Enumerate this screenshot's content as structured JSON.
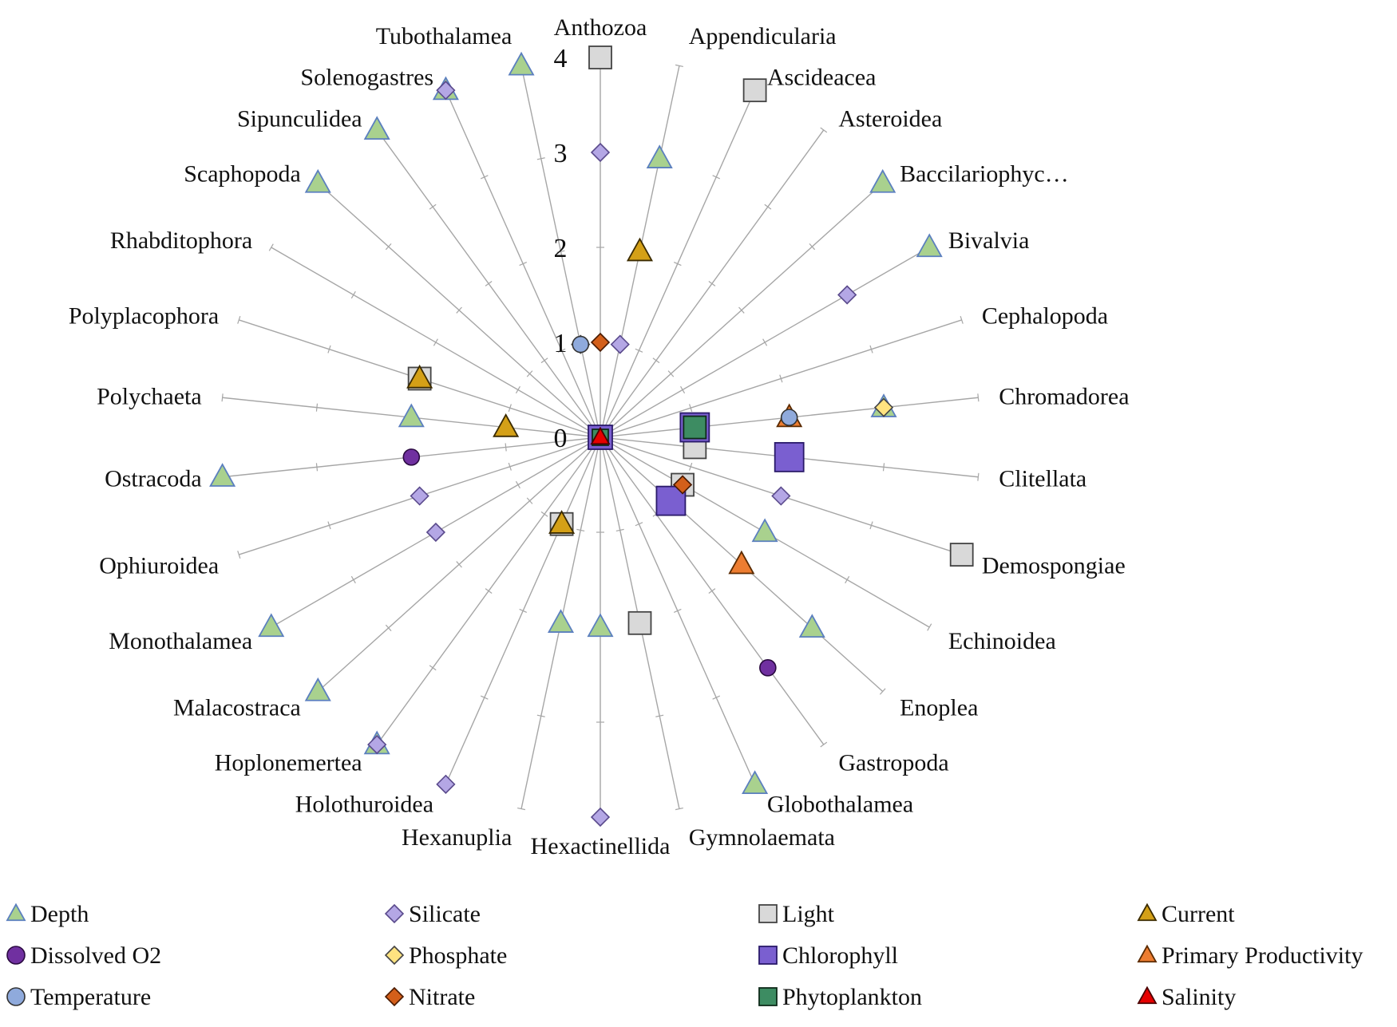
{
  "chart_data": {
    "type": "radar",
    "rmax": 4,
    "ticks": [
      "0",
      "1",
      "2",
      "3",
      "4"
    ],
    "categories": [
      "Anthozoa",
      "Appendicularia",
      "Ascideacea",
      "Asteroidea",
      "Baccilariophyc…",
      "Bivalvia",
      "Cephalopoda",
      "Chromadorea",
      "Clitellata",
      "Demospongiae",
      "Echinoidea",
      "Enoplea",
      "Gastropoda",
      "Globothalamea",
      "Gymnolaemata",
      "Hexactinellida",
      "Hexanuplia",
      "Holothuroidea",
      "Hoplonemertea",
      "Malacostraca",
      "Monothalamea",
      "Ophiuroidea",
      "Ostracoda",
      "Polychaeta",
      "Polyplacophora",
      "Rhabditophora",
      "Scaphopoda",
      "Sipunculidea",
      "Solenogastres",
      "Tubothalamea"
    ],
    "series": [
      {
        "name": "Depth",
        "shape": "triangle",
        "color": "#a9d18e",
        "stroke": "#5b7fbf",
        "values": [
          0,
          3,
          0,
          0,
          4,
          4,
          0,
          3,
          0,
          0,
          2,
          3,
          0,
          4,
          0,
          2,
          2,
          0,
          4,
          4,
          4,
          0,
          4,
          2,
          0,
          0,
          4,
          4,
          4,
          4
        ]
      },
      {
        "name": "Silicate",
        "shape": "diamond",
        "color": "#b4a7e5",
        "stroke": "#5a4a8c",
        "values": [
          3,
          1,
          0,
          0,
          0,
          3,
          0,
          0,
          0,
          2,
          0,
          0,
          0,
          0,
          0,
          4,
          0,
          4,
          4,
          0,
          2,
          2,
          0,
          0,
          0,
          0,
          0,
          0,
          4,
          0
        ]
      },
      {
        "name": "Light",
        "shape": "square",
        "color": "#d9d9d9",
        "stroke": "#444444",
        "values": [
          4,
          0,
          4,
          0,
          0,
          0,
          0,
          0,
          1,
          4,
          1,
          0,
          0,
          0,
          2,
          0,
          0,
          1,
          0,
          0,
          0,
          0,
          0,
          0,
          2,
          0,
          0,
          0,
          0,
          0
        ]
      },
      {
        "name": "Current",
        "shape": "triangle",
        "color": "#d4a017",
        "stroke": "#3a2a00",
        "values": [
          0,
          2,
          0,
          0,
          0,
          0,
          0,
          0,
          0,
          0,
          0,
          0,
          0,
          0,
          0,
          0,
          0,
          1,
          0,
          0,
          0,
          0,
          0,
          1,
          2,
          0,
          0,
          0,
          0,
          0
        ]
      },
      {
        "name": "Dissolved O2",
        "shape": "circle",
        "color": "#7030a0",
        "stroke": "#2a0a40",
        "values": [
          0,
          0,
          0,
          0,
          0,
          0,
          0,
          0,
          0,
          0,
          0,
          0,
          3,
          0,
          0,
          0,
          0,
          0,
          0,
          0,
          0,
          0,
          2,
          0,
          0,
          0,
          0,
          0,
          0,
          0
        ]
      },
      {
        "name": "Phosphate",
        "shape": "diamond",
        "color": "#ffe380",
        "stroke": "#444444",
        "values": [
          0,
          0,
          0,
          0,
          0,
          0,
          0,
          3,
          0,
          0,
          0,
          0,
          0,
          0,
          0,
          0,
          0,
          0,
          0,
          0,
          0,
          0,
          0,
          0,
          0,
          0,
          0,
          0,
          0,
          1
        ]
      },
      {
        "name": "Chlorophyll",
        "shape": "square",
        "color": "#7a5fd0",
        "stroke": "#2a1a6a",
        "values": [
          0,
          0,
          0,
          0,
          0,
          0,
          0,
          1,
          2,
          0,
          0,
          1,
          0,
          0,
          0,
          0,
          0,
          0,
          0,
          0,
          0,
          0,
          0,
          0,
          0,
          0,
          0,
          0,
          0,
          0
        ]
      },
      {
        "name": "Primary Productivity",
        "shape": "triangle",
        "color": "#ed7d31",
        "stroke": "#5a2a00",
        "values": [
          0,
          0,
          0,
          0,
          0,
          0,
          0,
          2,
          0,
          0,
          0,
          2,
          0,
          0,
          0,
          0,
          0,
          0,
          0,
          0,
          0,
          0,
          0,
          0,
          0,
          0,
          0,
          0,
          0,
          0
        ]
      },
      {
        "name": "Temperature",
        "shape": "circle",
        "color": "#8faadc",
        "stroke": "#333333",
        "values": [
          0,
          0,
          0,
          0,
          0,
          0,
          0,
          2,
          0,
          0,
          0,
          0,
          0,
          0,
          0,
          0,
          0,
          0,
          0,
          0,
          0,
          0,
          0,
          0,
          0,
          0,
          0,
          0,
          0,
          1
        ]
      },
      {
        "name": "Nitrate",
        "shape": "diamond",
        "color": "#d35f1a",
        "stroke": "#4a1a00",
        "values": [
          1,
          0,
          0,
          0,
          0,
          0,
          0,
          0,
          0,
          0,
          1,
          0,
          0,
          0,
          0,
          0,
          0,
          0,
          0,
          0,
          0,
          0,
          0,
          0,
          0,
          0,
          0,
          0,
          0,
          0
        ]
      },
      {
        "name": "Phytoplankton",
        "shape": "square",
        "color": "#3d8c62",
        "stroke": "#0e2a1a",
        "values": [
          0,
          0,
          0,
          0,
          0,
          0,
          0,
          1,
          0,
          0,
          0,
          0,
          0,
          0,
          0,
          0,
          0,
          0,
          0,
          0,
          0,
          0,
          0,
          0,
          0,
          0,
          0,
          0,
          0,
          0
        ]
      },
      {
        "name": "Salinity",
        "shape": "triangle",
        "color": "#e60000",
        "stroke": "#4a0000",
        "values": [
          0,
          0,
          0,
          0,
          0,
          0,
          0,
          0,
          0,
          0,
          0,
          0,
          0,
          0,
          0,
          0,
          0,
          0,
          0,
          0,
          0,
          0,
          0,
          0,
          0,
          0,
          0,
          0,
          0,
          0
        ]
      }
    ],
    "center_markers": [
      "Chlorophyll",
      "Phytoplankton",
      "Salinity"
    ],
    "legend_position": "bottom",
    "legend_columns": 4
  }
}
